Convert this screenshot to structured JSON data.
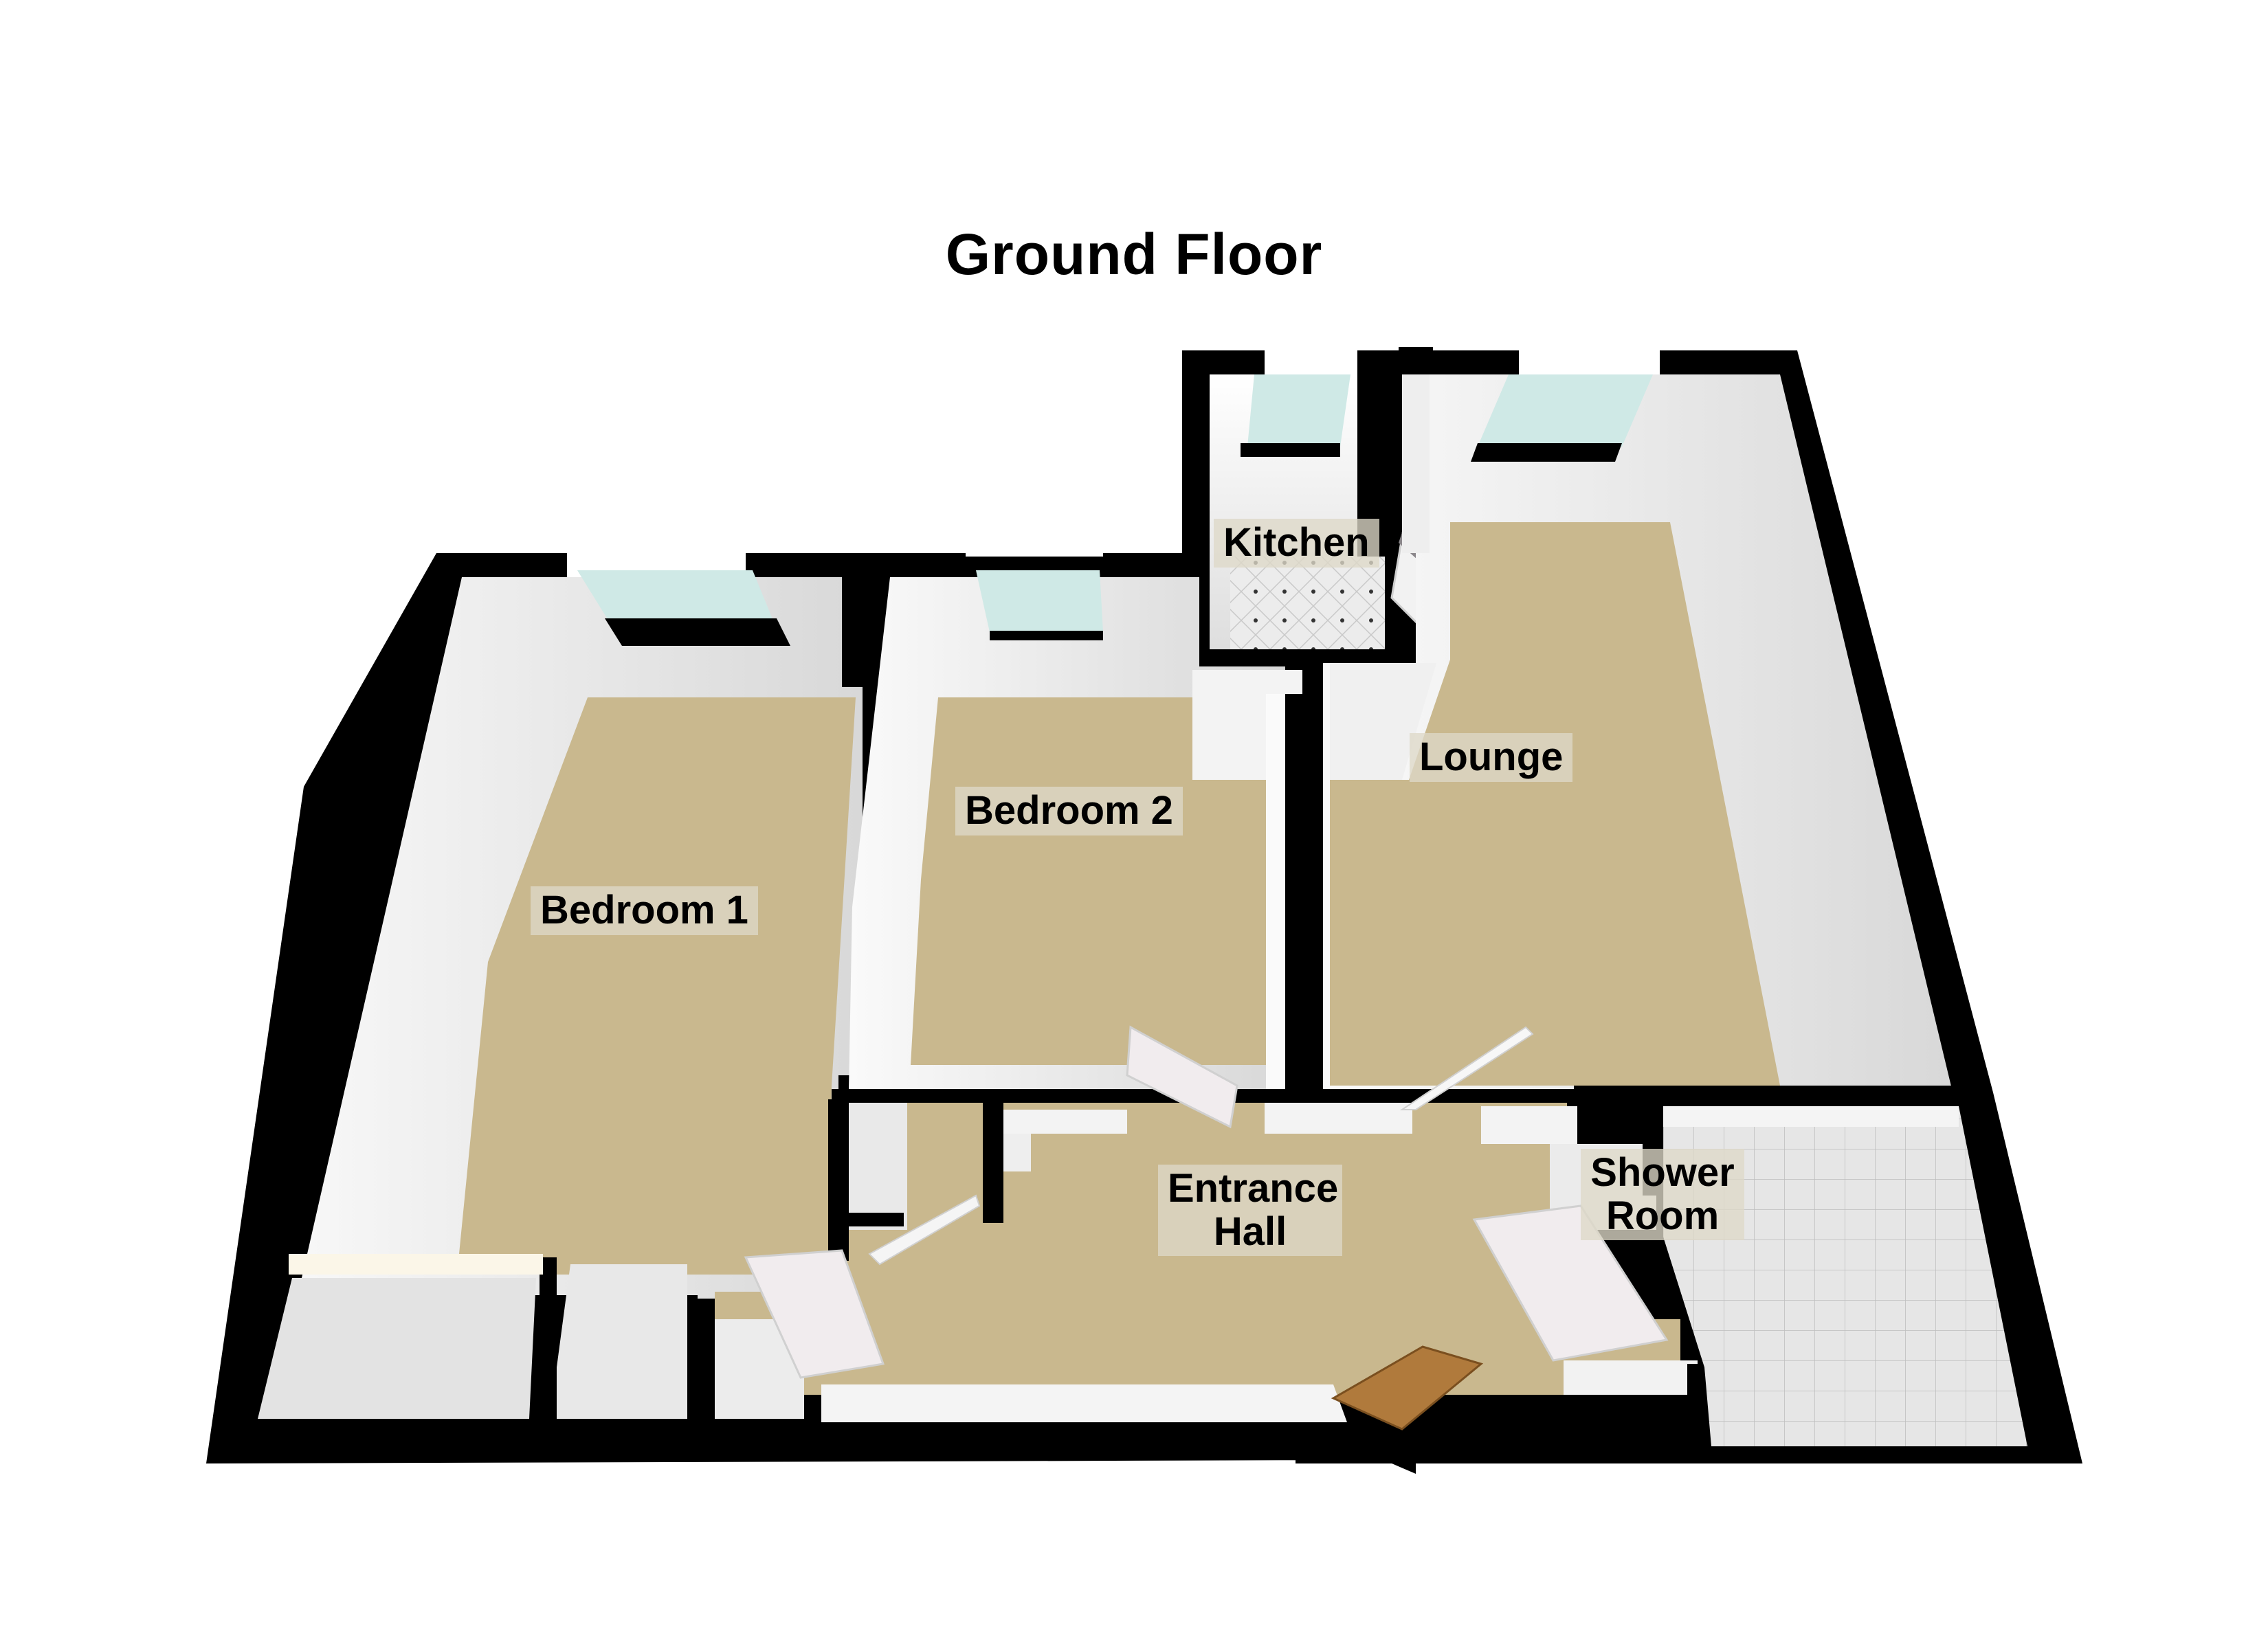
{
  "title": "Ground Floor",
  "colors": {
    "wall": "#000000",
    "carpet": "#c9b88e",
    "wall_face": "#eeeeee",
    "window_glass": "#cfe9e6",
    "kitchen_tile": "#e4e4e4",
    "shower_tile": "#dcdcdc",
    "front_door": "#b07a3c",
    "label_bg": "#ded8c8"
  },
  "rooms": [
    {
      "id": "bedroom-1",
      "label": "Bedroom 1"
    },
    {
      "id": "bedroom-2",
      "label": "Bedroom 2"
    },
    {
      "id": "kitchen",
      "label": "Kitchen"
    },
    {
      "id": "lounge",
      "label": "Lounge"
    },
    {
      "id": "entrance-hall",
      "label_line1": "Entrance",
      "label_line2": "Hall"
    },
    {
      "id": "shower-room",
      "label_line1": "Shower",
      "label_line2": "Room"
    }
  ]
}
